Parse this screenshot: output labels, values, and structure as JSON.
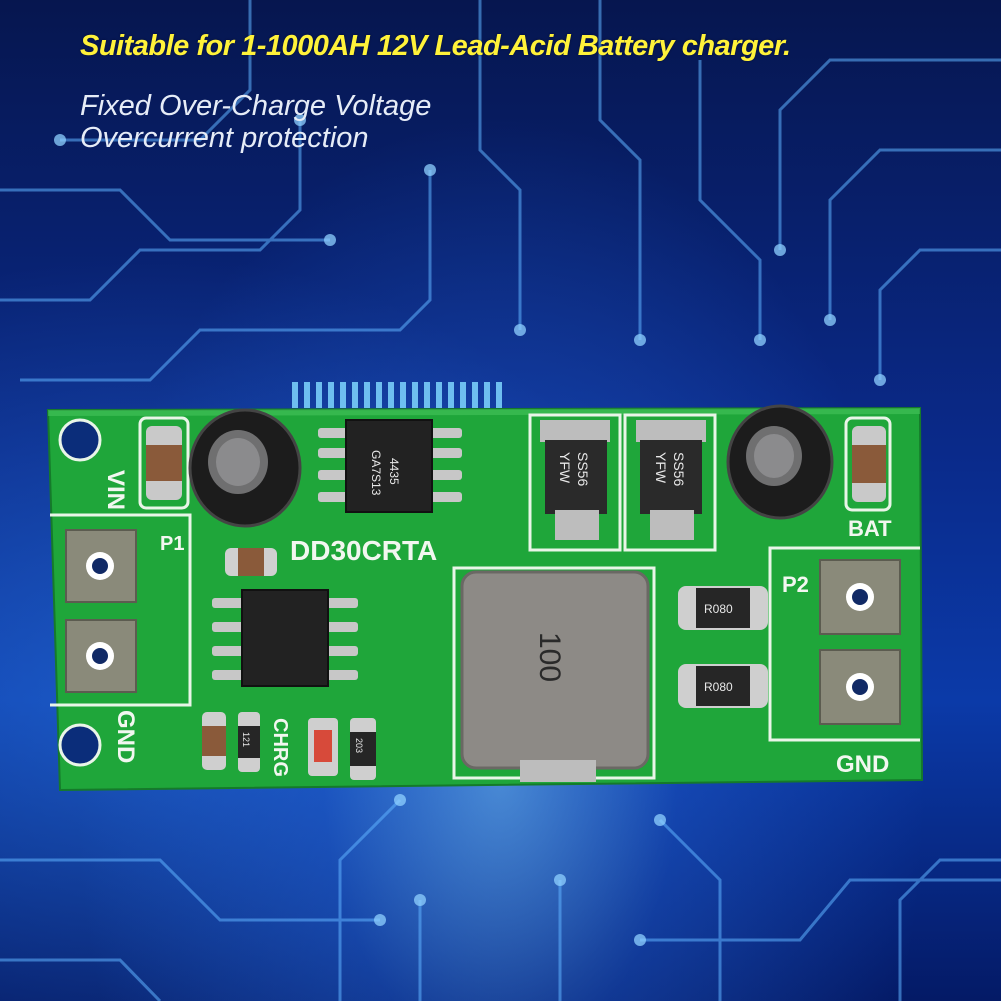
{
  "headline": "Suitable for 1-1000AH 12V Lead-Acid Battery charger.",
  "features": [
    "Fixed Over-Charge Voltage",
    "Overcurrent protection"
  ],
  "board_labels": {
    "vin": "VIN",
    "p1": "P1",
    "model": "DD30CRTA",
    "gnd_left": "GND",
    "chrg": "CHRG",
    "bat": "BAT",
    "p2": "P2",
    "gnd_right": "GND"
  },
  "component_markings": {
    "ic_top": [
      "4435",
      "GA7S13"
    ],
    "diode_1": [
      "YFW",
      "SS56"
    ],
    "diode_2": [
      "YFW",
      "SS56"
    ],
    "inductor": "100",
    "resistor_1": "R080",
    "resistor_2": "R080",
    "small_resistor_1": "121",
    "small_resistor_2": "203"
  },
  "colors": {
    "headline": "#fff23a",
    "pcb": "#1fa63a",
    "background": "#0a2a8a"
  }
}
